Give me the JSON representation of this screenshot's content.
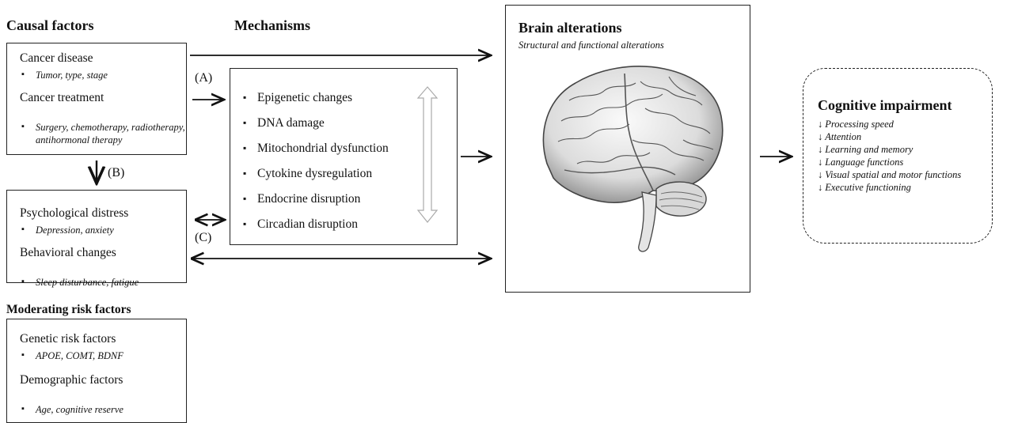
{
  "causal": {
    "heading": "Causal factors",
    "cancer_disease": "Cancer disease",
    "cancer_disease_sub": "Tumor, type, stage",
    "cancer_treatment": "Cancer treatment",
    "cancer_treatment_sub": "Surgery, chemotherapy, radiotherapy, antihormonal therapy"
  },
  "mechanisms": {
    "heading": "Mechanisms",
    "items": [
      "Epigenetic changes",
      "DNA damage",
      "Mitochondrial dysfunction",
      "Cytokine dysregulation",
      "Endocrine disruption",
      "Circadian disruption"
    ]
  },
  "labels": {
    "a": "(A)",
    "b": "(B)",
    "c": "(C)"
  },
  "psych": {
    "distress": "Psychological distress",
    "distress_sub": "Depression, anxiety",
    "behavior": "Behavioral changes",
    "behavior_sub": "Sleep disturbance, fatigue"
  },
  "moderating": {
    "heading": "Moderating risk factors",
    "genetic": "Genetic risk factors",
    "genetic_sub": "APOE, COMT, BDNF",
    "demographic": "Demographic factors",
    "demographic_sub": "Age, cognitive reserve"
  },
  "brain": {
    "heading": "Brain alterations",
    "subtitle": "Structural and functional alterations"
  },
  "cognitive": {
    "heading": "Cognitive impairment",
    "decrease_symbol": "↓",
    "items": [
      "Processing speed",
      "Attention",
      "Learning and memory",
      "Language functions",
      "Visual spatial and motor functions",
      "Executive functioning"
    ]
  }
}
